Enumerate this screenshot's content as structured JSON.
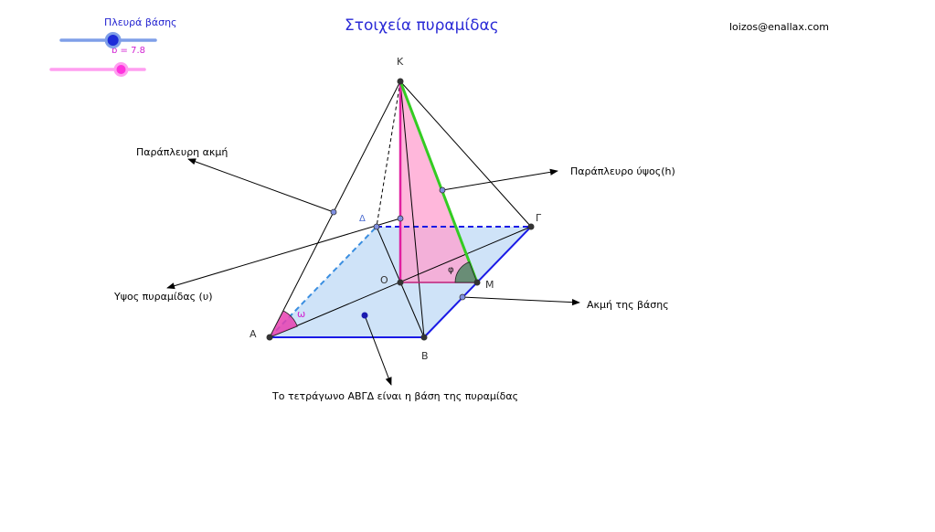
{
  "header": {
    "title": "Στοιχεία πυραμίδας",
    "email": "loizos@enallax.com"
  },
  "sliders": {
    "base_side": {
      "label": "Πλευρά βάσης",
      "fraction": 0.55
    },
    "height": {
      "value_text": "b = 7.8",
      "fraction": 0.75
    }
  },
  "vertices": {
    "apex": "Κ",
    "a": "Α",
    "b": "Β",
    "g": "Γ",
    "d": "Δ",
    "center": "Ο",
    "mid": "Μ"
  },
  "angles": {
    "omega": "ω",
    "phi": "φ"
  },
  "annotations": {
    "lateral_edge": "Παράπλευρη ακμή",
    "lateral_height": "Παράπλευρο ύψος(h)",
    "pyramid_height": "Υψος πυραμίδας (υ)",
    "base_edge": "Ακμή της βάσης",
    "base_square": "Το τετράγωνο ΑΒΓΔ είναι η βάση της πυραμίδας"
  },
  "colors": {
    "title": "#2b2bd6",
    "base_fill": "#cfe3f8",
    "base_edge": "#1a1ae6",
    "hidden_edge": "#3a8ee0",
    "height_line": "#e020a0",
    "apothem": "#33cc22",
    "triangle_fill": "#ff9fcf",
    "slider_blue": "#7f9fe8",
    "slider_pink": "#ff9ef0"
  }
}
